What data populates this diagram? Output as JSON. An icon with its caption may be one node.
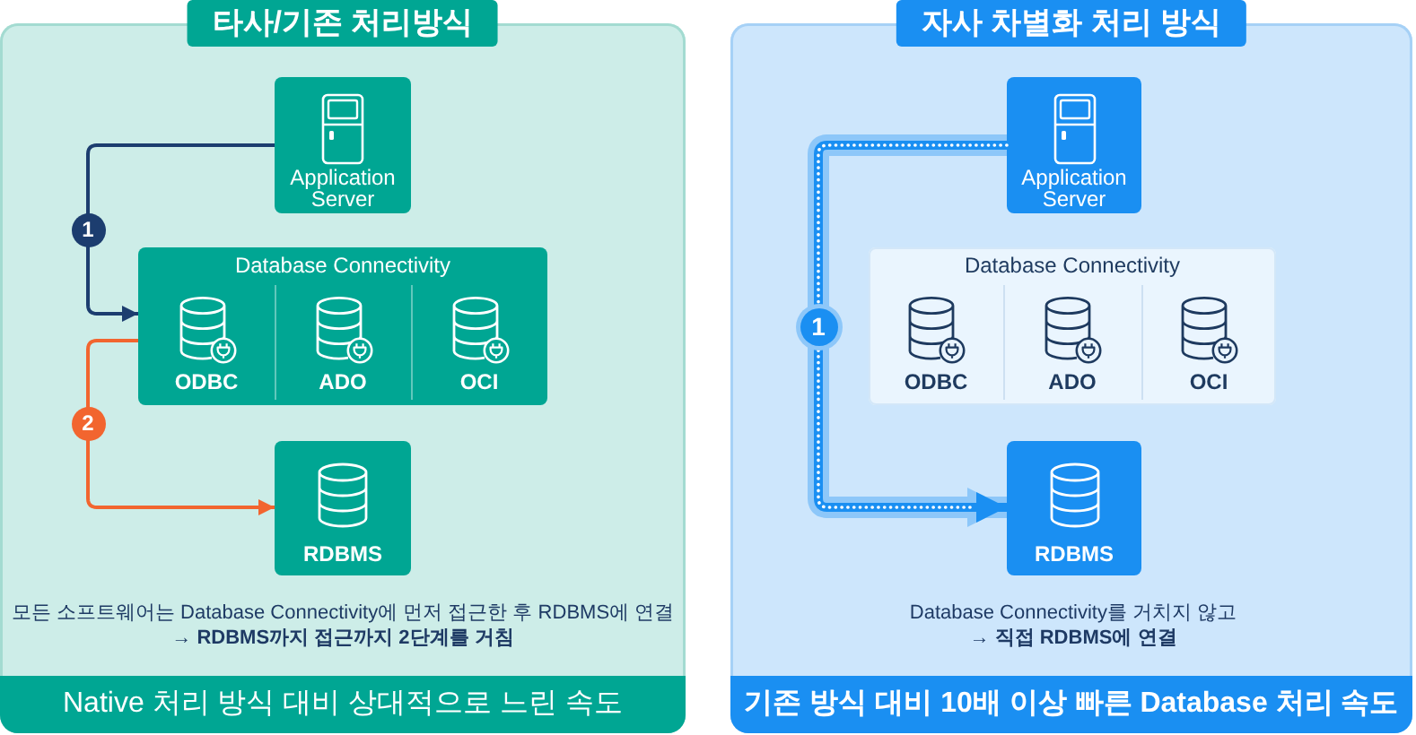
{
  "diagram": {
    "nodes": [
      {
        "text": [
          "타사/기존 처리방식"
        ]
      },
      {
        "text": [
          "Application Server"
        ],
        "in": 0
      },
      {
        "text": [
          "Database Connectivity"
        ],
        "in": 0
      },
      {
        "text": [
          "ODBC"
        ],
        "in": 2
      },
      {
        "text": [
          "ADO"
        ],
        "in": 2
      },
      {
        "text": [
          "OCI"
        ],
        "in": 2
      },
      {
        "text": [
          "RDBMS"
        ],
        "in": 0
      },
      {
        "text": [
          "Native 처리 방식 대비 상대적으로 느린 속도"
        ],
        "in": 0
      },
      {
        "text": [
          "자사 차별화 처리 방식"
        ]
      },
      {
        "text": [
          "Application Server"
        ],
        "in": 8
      },
      {
        "text": [
          "Database Connectivity"
        ],
        "in": 8
      },
      {
        "text": [
          "ODBC"
        ],
        "in": 10
      },
      {
        "text": [
          "ADO"
        ],
        "in": 10
      },
      {
        "text": [
          "OCI"
        ],
        "in": 10
      },
      {
        "text": [
          "RDBMS"
        ],
        "in": 8
      },
      {
        "text": [
          "기존 방식 대비 10배 이상 빠른 Database 처리 속도"
        ],
        "in": 8
      }
    ],
    "edges": [
      {
        "from": 1,
        "to": 2,
        "arrow": "to",
        "label": "1",
        "color": "#1c3d6f"
      },
      {
        "from": 2,
        "to": 6,
        "arrow": "to",
        "label": "2",
        "color": "#f2652f"
      },
      {
        "from": 9,
        "to": 14,
        "arrow": "to",
        "label": "1",
        "style": "thick",
        "color": "#1a8ff2"
      }
    ],
    "labels": [
      "모든 소프트웨어는 Database Connectivity에 먼저 접근한 후 RDBMS에 연결",
      "→ RDBMS까지 접근까지 2단계를 거침",
      "Database Connectivity를 거치지 않고",
      "→ 직접 RDBMS에 연결"
    ]
  }
}
